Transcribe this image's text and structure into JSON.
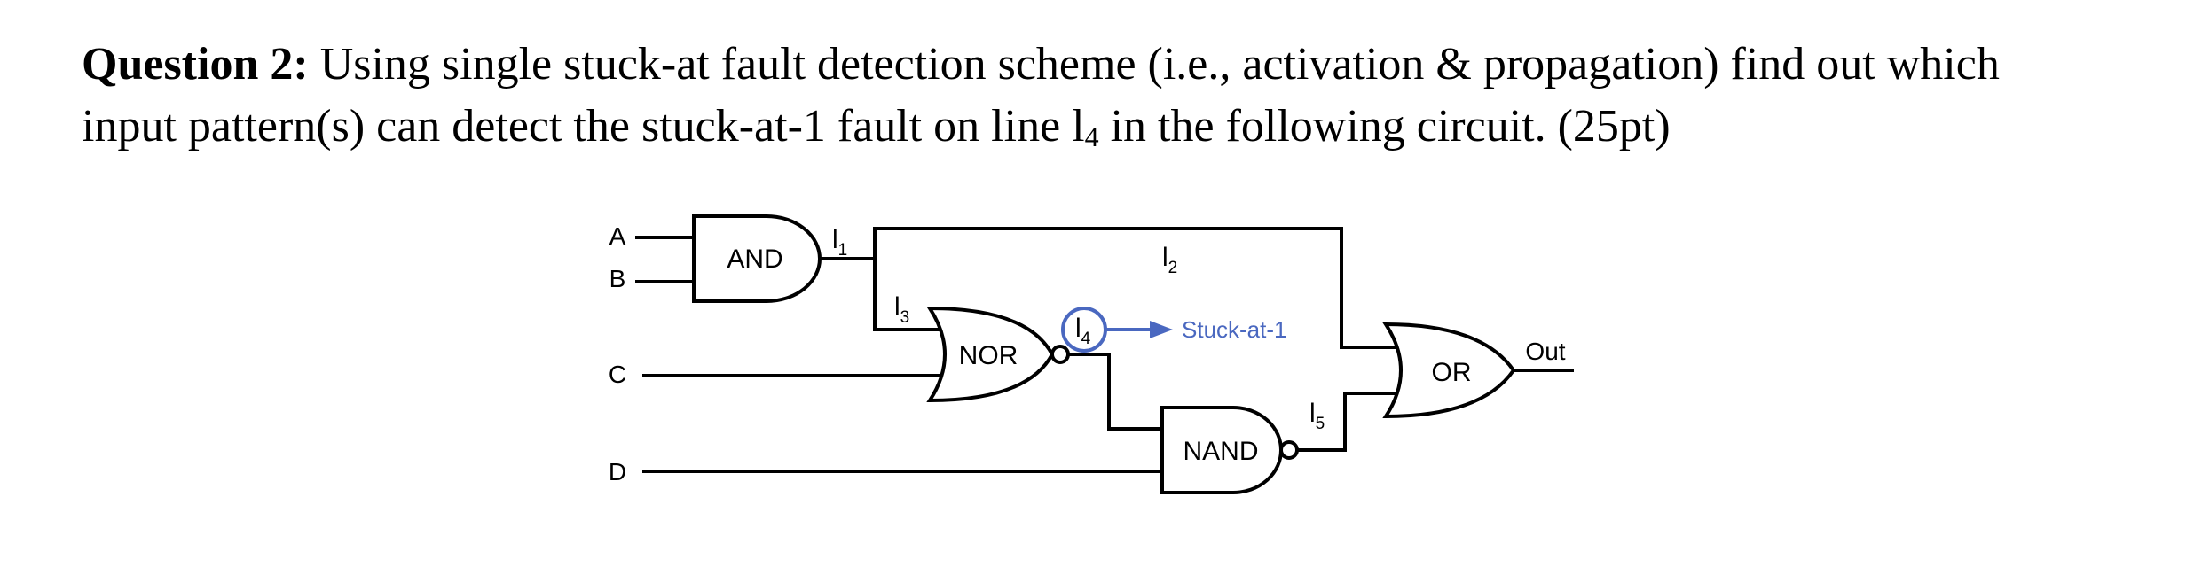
{
  "question": {
    "label": "Question 2:",
    "line1": " Using single stuck-at fault detection scheme (i.e., activation & propagation) find out which",
    "line2_pre": "input pattern(s) can detect the stuck-at-1 fault on line l",
    "line2_sub": "4",
    "line2_post": " in the following circuit. (25pt)"
  },
  "circuit": {
    "inputs": {
      "a": "A",
      "b": "B",
      "c": "C",
      "d": "D"
    },
    "gates": {
      "and": "AND",
      "nor": "NOR",
      "nand": "NAND",
      "or": "OR"
    },
    "lines": {
      "l1": {
        "base": "l",
        "sub": "1"
      },
      "l2": {
        "base": "l",
        "sub": "2"
      },
      "l3": {
        "base": "l",
        "sub": "3"
      },
      "l4": {
        "base": "l",
        "sub": "4"
      },
      "l5": {
        "base": "l",
        "sub": "5"
      }
    },
    "fault_label": "Stuck-at-1",
    "output": "Out",
    "fault_color": "#4a68c0"
  }
}
